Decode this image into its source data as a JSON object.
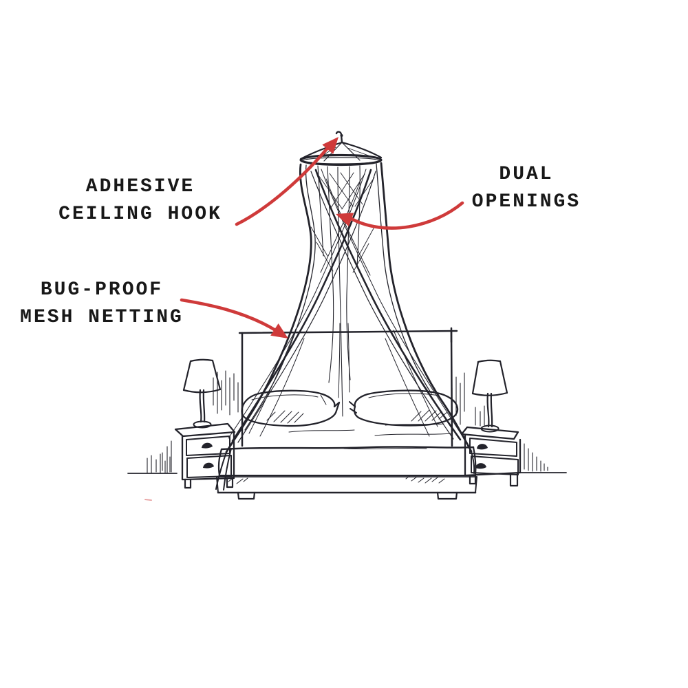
{
  "colors": {
    "ink": "#23232b",
    "arrow": "#cf3a3a",
    "background": "#ffffff"
  },
  "annotations": {
    "adhesive_hook": {
      "line1": "ADHESIVE",
      "line2": "CEILING HOOK"
    },
    "dual_openings": {
      "line1": "DUAL",
      "line2": "OPENINGS"
    },
    "mesh_netting": {
      "line1": "BUG-PROOF",
      "line2": "MESH NETTING"
    }
  },
  "scene": {
    "subject": "Hand-drawn sketch of a conical canopy mosquito net hanging from a ceiling hook over a double bed with two pillows, flanked by two nightstands with table lamps"
  }
}
